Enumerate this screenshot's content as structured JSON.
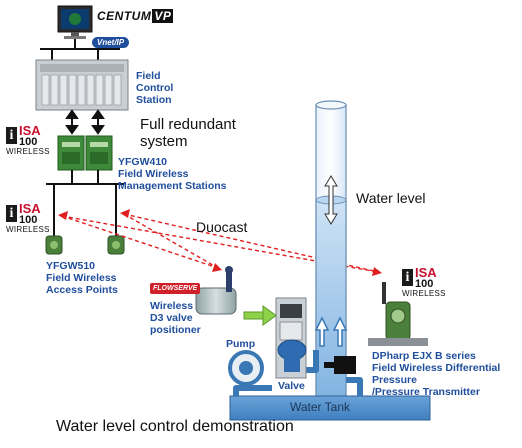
{
  "brand": {
    "centum": "CENTUM",
    "vp": "VP",
    "vnet": "Vnet/IP"
  },
  "labels": {
    "fcs": [
      "Field",
      "Control",
      "Station"
    ],
    "redundant": [
      "Full redundant",
      "system"
    ],
    "yfgw410": [
      "YFGW410",
      "Field Wireless",
      "Management Stations"
    ],
    "duocast": "Duocast",
    "water_level": "Water level",
    "yfgw510": [
      "YFGW510",
      "Field Wireless",
      "Access Points"
    ],
    "positioner": [
      "Wireless",
      "D3 valve",
      "positioner"
    ],
    "flowserve": "FLOWSERVE",
    "pump": "Pump",
    "valve": "Valve",
    "tank": "Water Tank",
    "transmitter": [
      "DPharp EJX B series",
      "Field Wireless Differential",
      "Pressure",
      "/Pressure Transmitter"
    ],
    "caption": "Water level control demonstration"
  },
  "isa": {
    "mark": "ISA",
    "num": "100",
    "sub": "WIRELESS"
  },
  "colors": {
    "label_blue": "#1f4e9c",
    "pipe": "#3a78b5",
    "signal": "#e02020",
    "tank": "#4f8fcf"
  }
}
